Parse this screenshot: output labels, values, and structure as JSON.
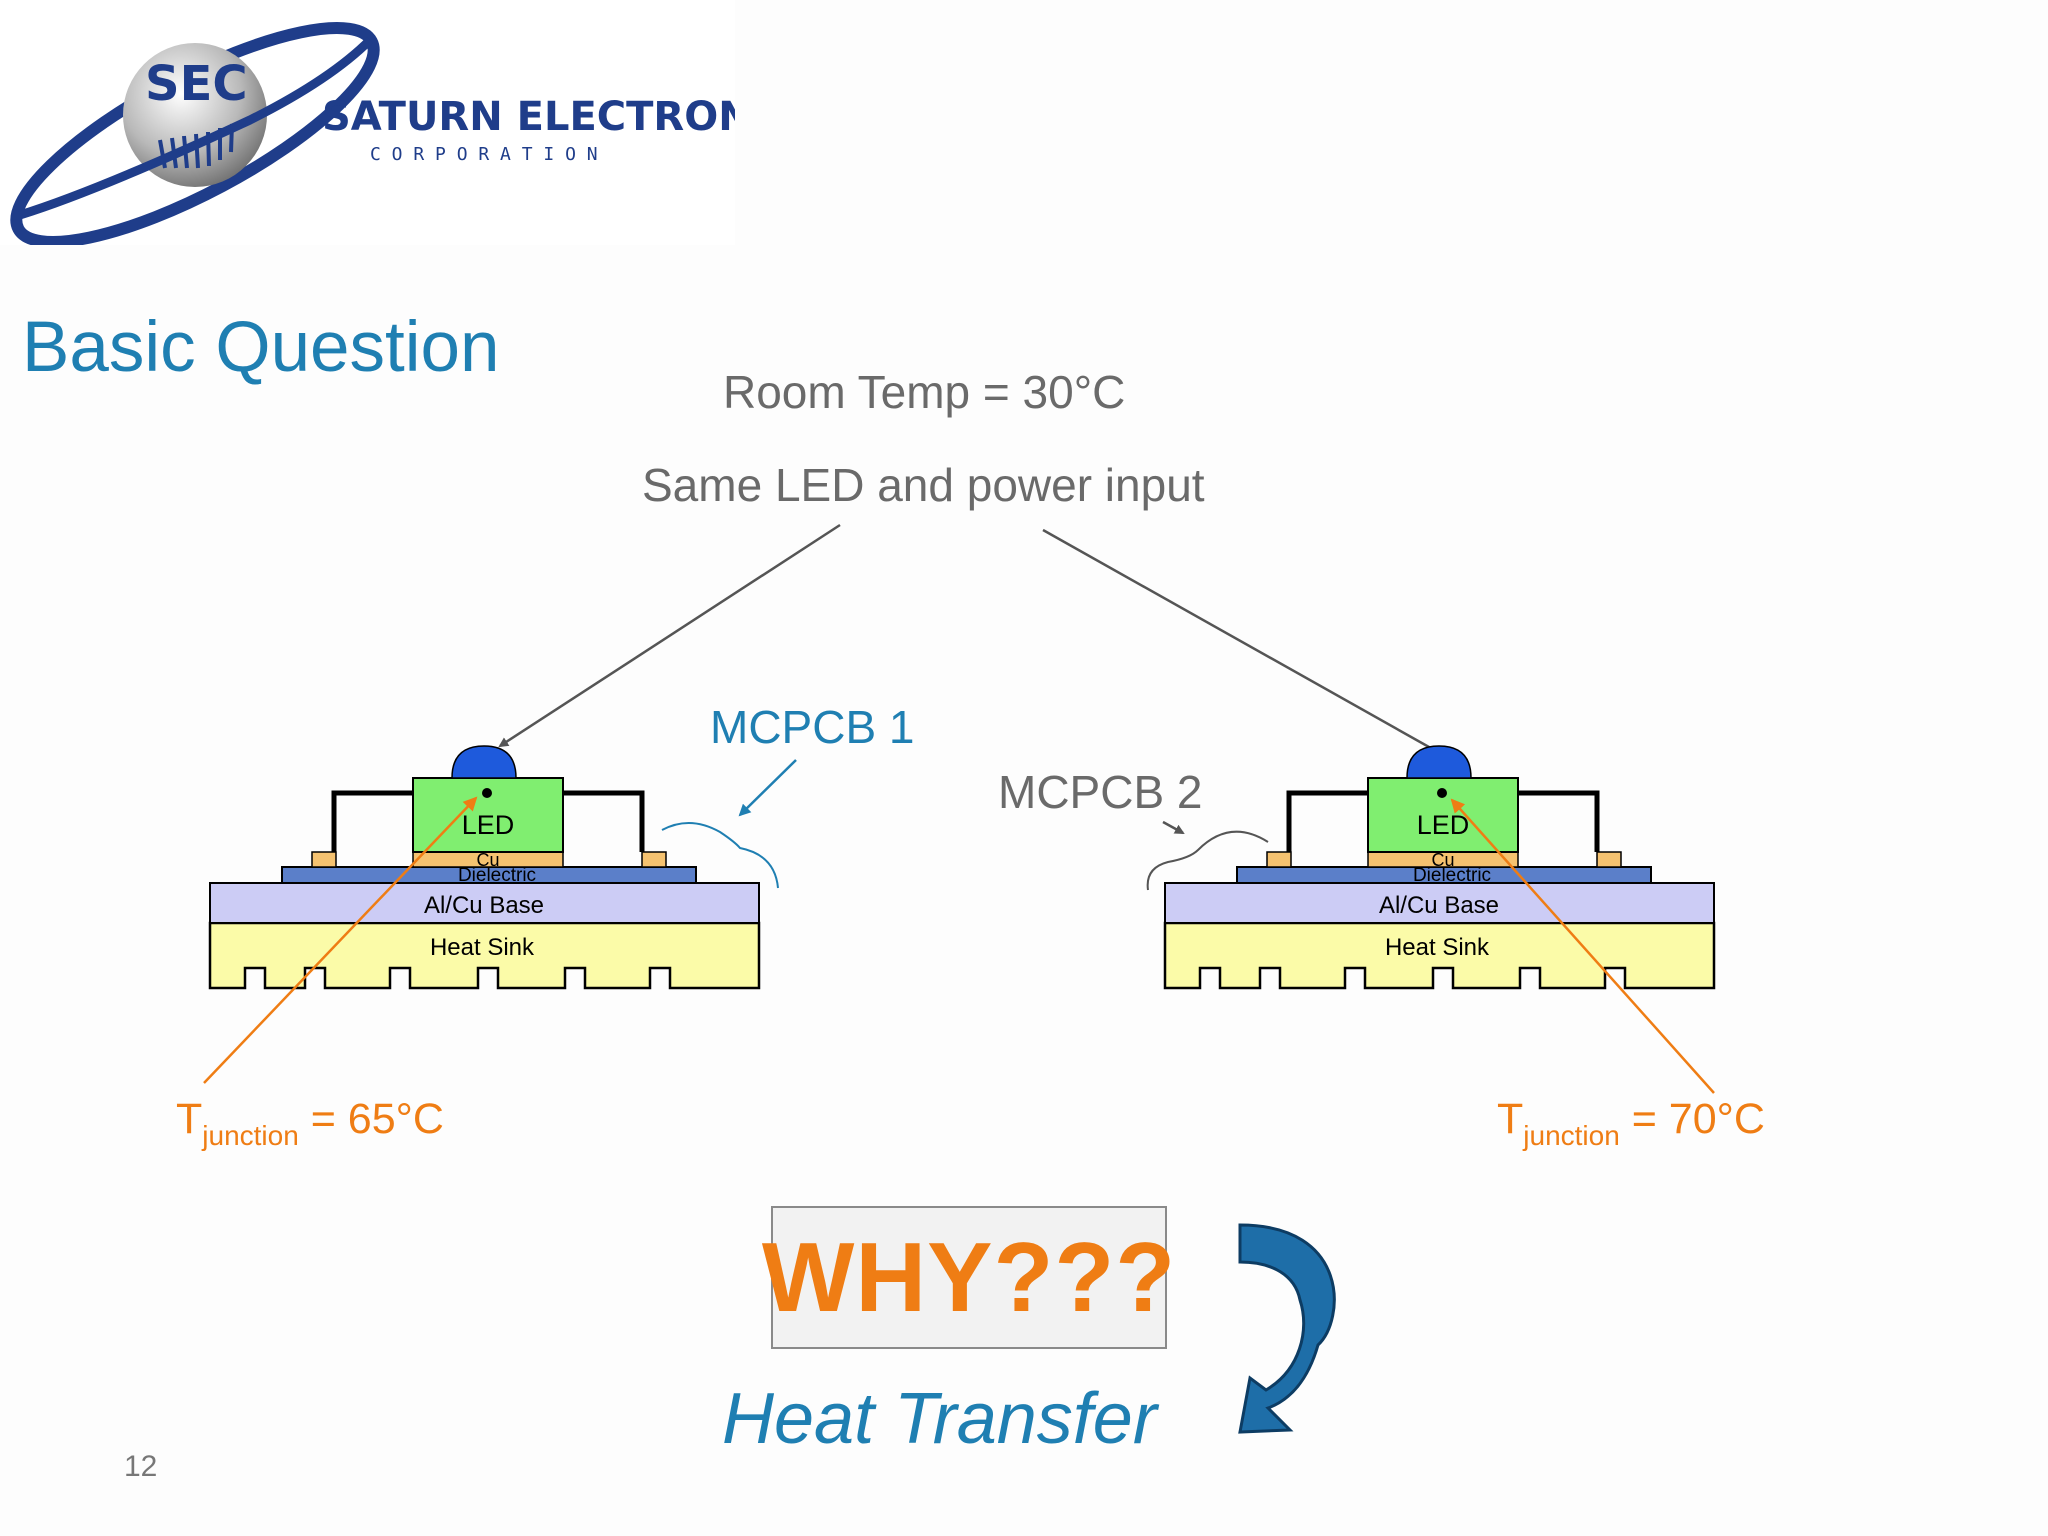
{
  "logo": {
    "abbrev": "SEC",
    "company": "SATURN ELECTRONICS",
    "subtitle": "C O R P O R A T I O N"
  },
  "title": "Basic Question",
  "room_temp": "Room Temp = 30°C",
  "same_input": "Same LED and power input",
  "mcpcb1": "MCPCB 1",
  "mcpcb2": "MCPCB 2",
  "layers": {
    "led": "LED",
    "cu": "Cu",
    "dielectric": "Dielectric",
    "base": "Al/Cu Base",
    "heat_sink": "Heat Sink"
  },
  "tjunction1": {
    "t": "T",
    "sub": "junction",
    "value": " = 65°C"
  },
  "tjunction2": {
    "t": "T",
    "sub": "junction",
    "value": " = 70°C"
  },
  "why": "WHY???",
  "heat_transfer": "Heat Transfer",
  "page_number": "12",
  "colors": {
    "title_blue": "#1f7fb2",
    "orange": "#ef7d14",
    "grey_text": "#6a6a6a",
    "led_green": "#80ee70",
    "cu_orange": "#f5c270",
    "dielectric_blue": "#5b7fc9",
    "base_lavender": "#ccccf5",
    "heatsink_yellow": "#fbfba8",
    "dome_blue": "#1e5adc",
    "arrow_blue": "#1e6ea8"
  }
}
